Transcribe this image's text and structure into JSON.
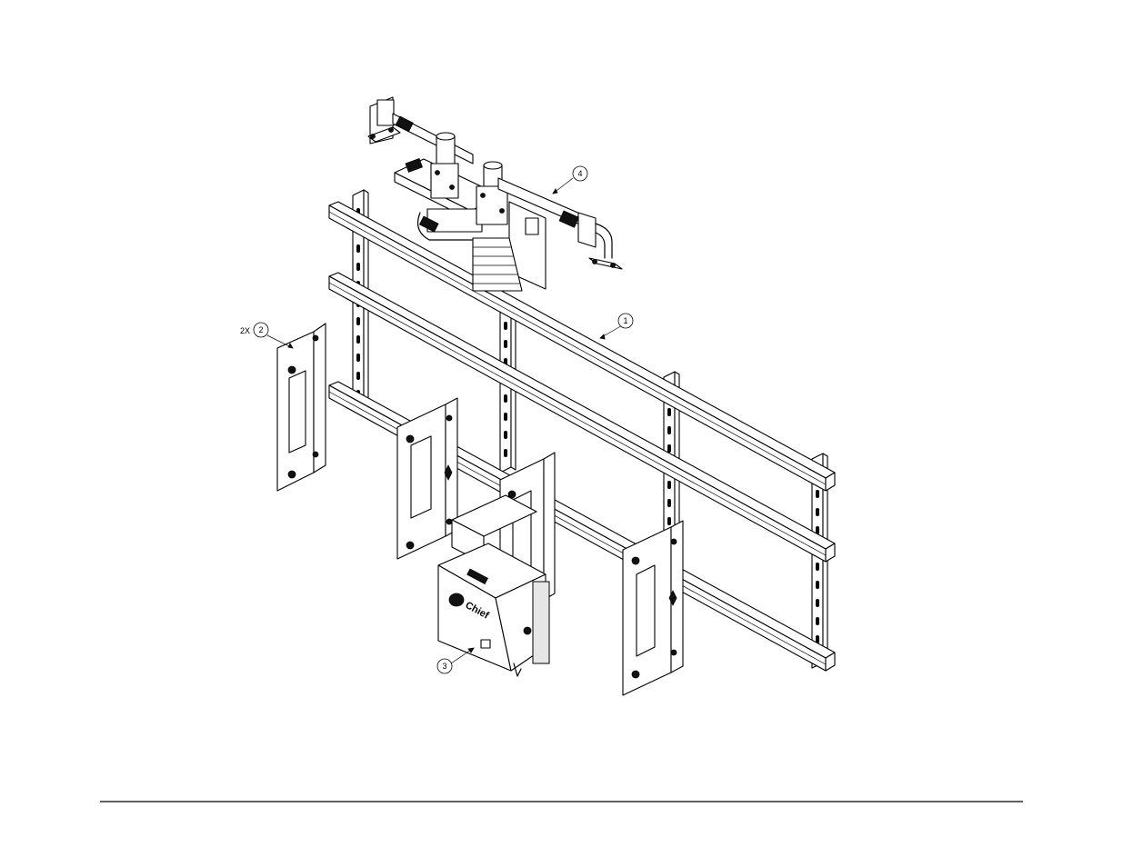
{
  "callouts": {
    "c1": "1",
    "c2": "2",
    "c3": "3",
    "c4": "4",
    "qty2": "2X"
  },
  "box_branding": {
    "logo": "Chief"
  },
  "colors": {
    "line": "#000000",
    "background": "#ffffff",
    "bottom_rule": "#000000"
  }
}
